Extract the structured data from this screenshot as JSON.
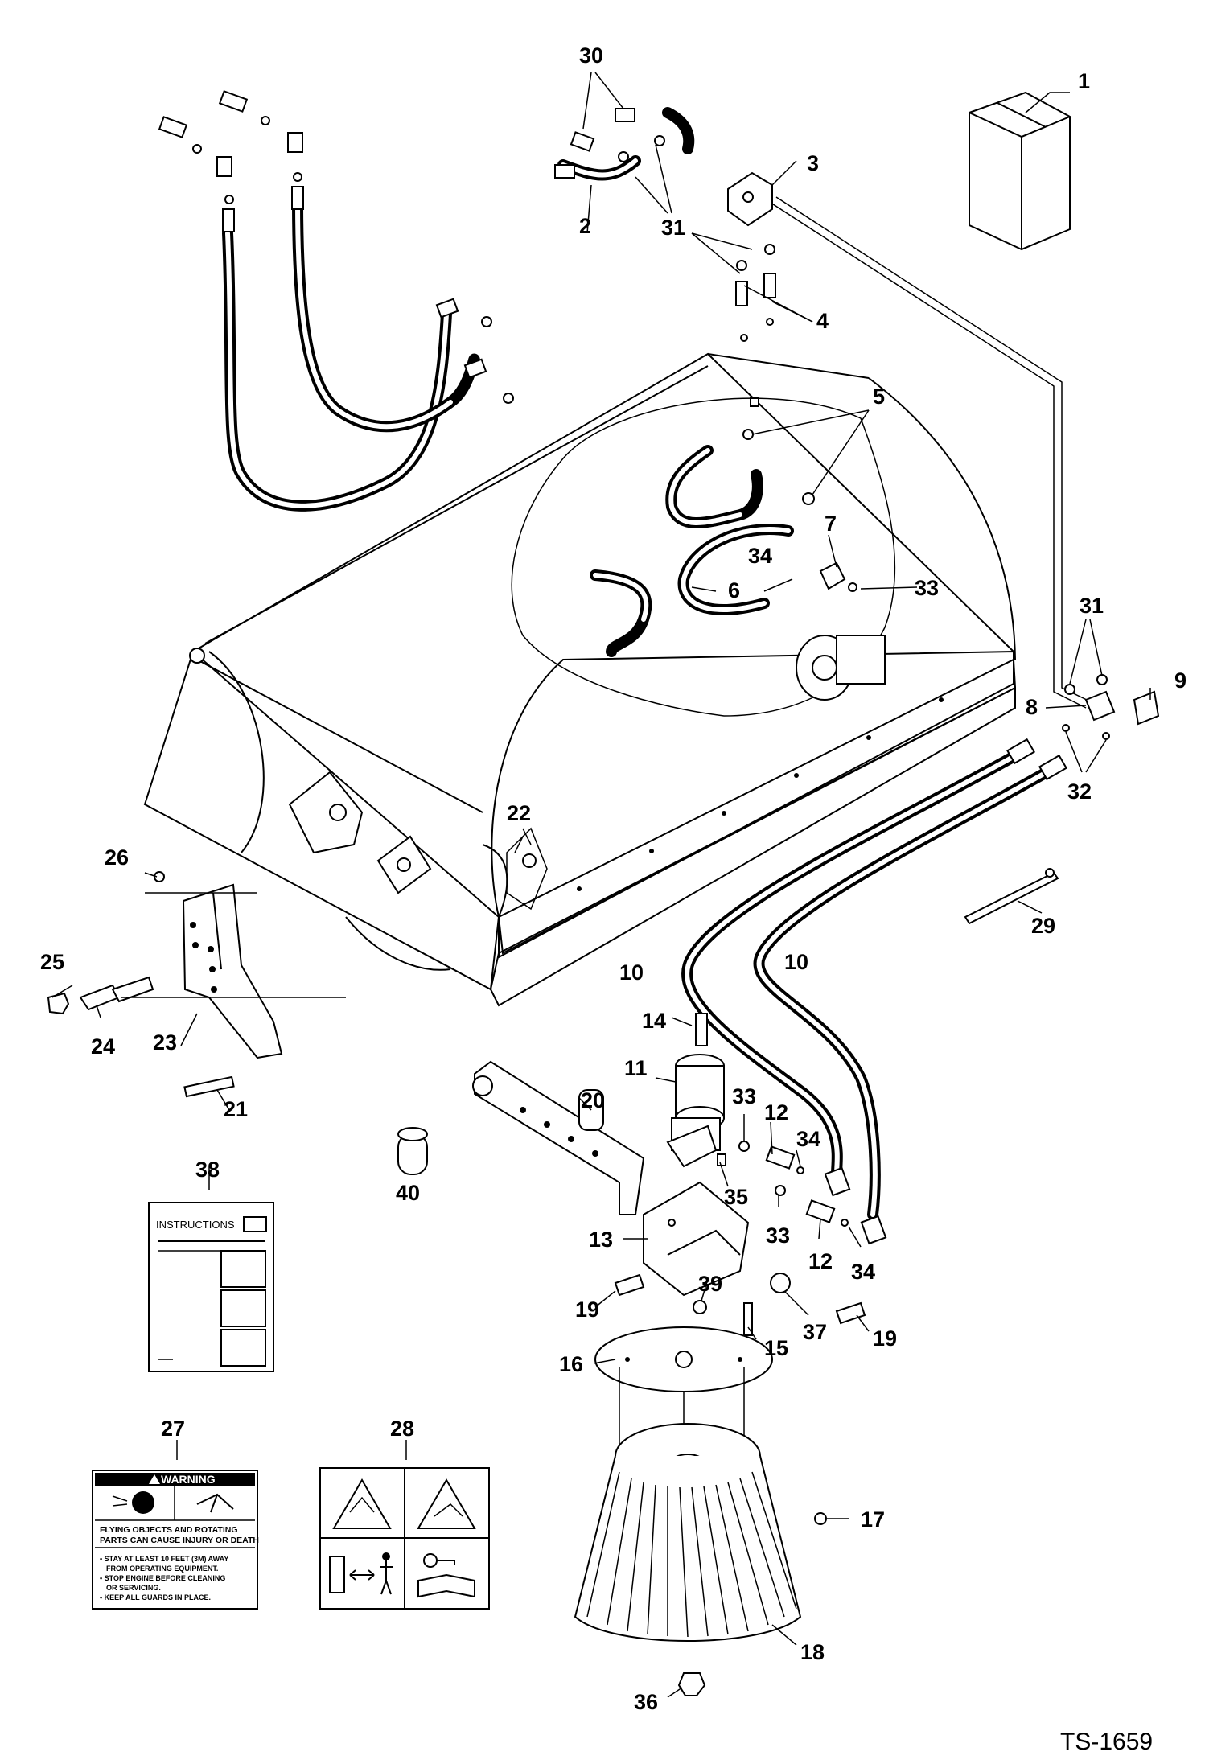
{
  "document": {
    "reference_code": "TS-1659"
  },
  "callouts": [
    {
      "id": "c1",
      "label": "1"
    },
    {
      "id": "c2",
      "label": "2"
    },
    {
      "id": "c3",
      "label": "3"
    },
    {
      "id": "c4",
      "label": "4"
    },
    {
      "id": "c5",
      "label": "5"
    },
    {
      "id": "c6",
      "label": "6"
    },
    {
      "id": "c7",
      "label": "7"
    },
    {
      "id": "c8",
      "label": "8"
    },
    {
      "id": "c9",
      "label": "9"
    },
    {
      "id": "c10a",
      "label": "10"
    },
    {
      "id": "c10b",
      "label": "10"
    },
    {
      "id": "c11",
      "label": "11"
    },
    {
      "id": "c12a",
      "label": "12"
    },
    {
      "id": "c12b",
      "label": "12"
    },
    {
      "id": "c13",
      "label": "13"
    },
    {
      "id": "c14",
      "label": "14"
    },
    {
      "id": "c15",
      "label": "15"
    },
    {
      "id": "c16",
      "label": "16"
    },
    {
      "id": "c17",
      "label": "17"
    },
    {
      "id": "c18",
      "label": "18"
    },
    {
      "id": "c19a",
      "label": "19"
    },
    {
      "id": "c19b",
      "label": "19"
    },
    {
      "id": "c20",
      "label": "20"
    },
    {
      "id": "c21",
      "label": "21"
    },
    {
      "id": "c22",
      "label": "22"
    },
    {
      "id": "c23",
      "label": "23"
    },
    {
      "id": "c24",
      "label": "24"
    },
    {
      "id": "c25",
      "label": "25"
    },
    {
      "id": "c26",
      "label": "26"
    },
    {
      "id": "c27",
      "label": "27"
    },
    {
      "id": "c28",
      "label": "28"
    },
    {
      "id": "c29",
      "label": "29"
    },
    {
      "id": "c30",
      "label": "30"
    },
    {
      "id": "c31a",
      "label": "31"
    },
    {
      "id": "c31b",
      "label": "31"
    },
    {
      "id": "c32",
      "label": "32"
    },
    {
      "id": "c33a",
      "label": "33"
    },
    {
      "id": "c33b",
      "label": "33"
    },
    {
      "id": "c33c",
      "label": "33"
    },
    {
      "id": "c34a",
      "label": "34"
    },
    {
      "id": "c34b",
      "label": "34"
    },
    {
      "id": "c34c",
      "label": "34"
    },
    {
      "id": "c35",
      "label": "35"
    },
    {
      "id": "c36",
      "label": "36"
    },
    {
      "id": "c37",
      "label": "37"
    },
    {
      "id": "c38",
      "label": "38"
    },
    {
      "id": "c39",
      "label": "39"
    },
    {
      "id": "c40",
      "label": "40"
    }
  ],
  "instructions_decal": {
    "title": "INSTRUCTIONS"
  },
  "warning_decal": {
    "header": "WARNING",
    "line1": "FLYING OBJECTS AND ROTATING",
    "line2": "PARTS CAN CAUSE INJURY OR DEATH",
    "bullets": [
      "• STAY AT LEAST 10 FEET (3M) AWAY",
      "FROM OPERATING EQUIPMENT.",
      "• STOP ENGINE BEFORE CLEANING",
      "OR SERVICING.",
      "• KEEP ALL GUARDS IN PLACE."
    ]
  }
}
